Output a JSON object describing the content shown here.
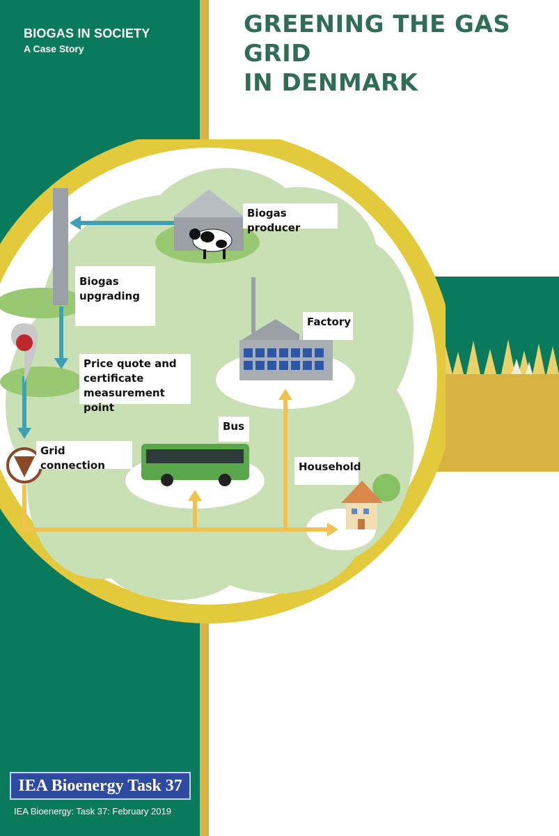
{
  "header": {
    "series": "BIOGAS IN SOCIETY",
    "subseries": "A Case Story",
    "title_line1": "GREENING THE GAS GRID",
    "title_line2": "IN DENMARK"
  },
  "diagram": {
    "labels": {
      "biogas_producer": "Biogas producer",
      "biogas_upgrading_1": "Biogas",
      "biogas_upgrading_2": "upgrading",
      "price_quote_1": "Price quote and",
      "price_quote_2": "certificate",
      "price_quote_3": "measurement point",
      "grid_connection": "Grid connection",
      "factory": "Factory",
      "bus": "Bus",
      "household": "Household"
    },
    "colors": {
      "panel_green": "#0a7a5c",
      "gold": "#d8b343",
      "cloud": "#c9dfb4",
      "arrow_blue": "#3f9fb3",
      "arrow_gold": "#f2c14e"
    }
  },
  "footer": {
    "badge": "IEA Bioenergy Task 37",
    "date_line": "IEA Bioenergy: Task 37: February 2019"
  }
}
